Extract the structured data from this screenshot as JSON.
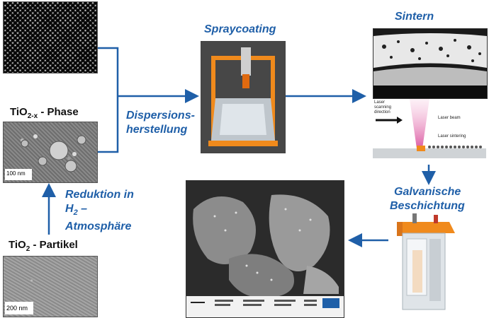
{
  "labels": {
    "tio2x_phase": "TiO",
    "tio2x_sub": "2-x",
    "tio2x_suffix": " - Phase",
    "tio2_particle": "TiO",
    "tio2_sub": "2",
    "tio2_suffix": " - Partikel",
    "dispersion_line1": "Dispersions-",
    "dispersion_line2": "herstellung",
    "spraycoating": "Spraycoating",
    "sintern": "Sintern",
    "reduktion_line1": "Reduktion in",
    "reduktion_h": "H",
    "reduktion_sub": "2",
    "reduktion_dash": " –",
    "reduktion_line3": "Atmosphäre",
    "galvanische_line1": "Galvanische",
    "galvanische_line2": "Beschichtung"
  },
  "image_texts": {
    "scale_100nm": "100 nm",
    "scale_200nm": "200 nm",
    "laser_scanning": "Laser scanning direction",
    "laser_beam": "Laser beam",
    "laser_sintering": "Laser sintering"
  },
  "colors": {
    "arrow": "#1f5fa8",
    "label": "#1f5fa8",
    "orange": "#f08a1c"
  }
}
